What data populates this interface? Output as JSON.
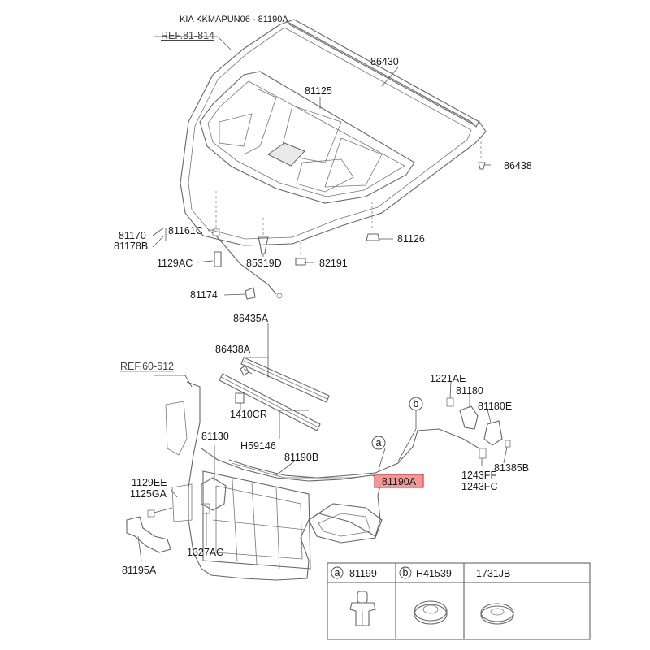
{
  "header": {
    "title": "KIA KKMAPUN06 - 81190A"
  },
  "references": {
    "ref_hood": "REF.81-814",
    "ref_frame": "REF.60-612"
  },
  "labels": {
    "p86430": "86430",
    "p81125": "81125",
    "p86438": "86438",
    "p81170": "81170",
    "p81178B": "81178B",
    "p81161C": "81161C",
    "p81126": "81126",
    "p1129AC": "1129AC",
    "p85319D": "85319D",
    "p82191": "82191",
    "p81174": "81174",
    "p86435A": "86435A",
    "p86438A": "86438A",
    "p1410CR": "1410CR",
    "pH59146": "H59146",
    "p81130": "81130",
    "p81190B": "81190B",
    "p1221AE": "1221AE",
    "p81180": "81180",
    "p81180E": "81180E",
    "p1243FF": "1243FF",
    "p1243FC": "1243FC",
    "p81385B": "81385B",
    "p1129EE": "1129EE",
    "p1125GA": "1125GA",
    "p1327AC": "1327AC",
    "p81195A": "81195A",
    "p81190A": "81190A",
    "callout_a": "a",
    "callout_b": "b"
  },
  "highlight": {
    "part": "81190A",
    "color": "#e53935",
    "fill": "#ef9a9a"
  },
  "legend_table": {
    "cols": [
      {
        "marker": "a",
        "part": "81199"
      },
      {
        "marker": "b",
        "part": "H41539"
      },
      {
        "marker": "",
        "part": "1731JB"
      }
    ]
  }
}
